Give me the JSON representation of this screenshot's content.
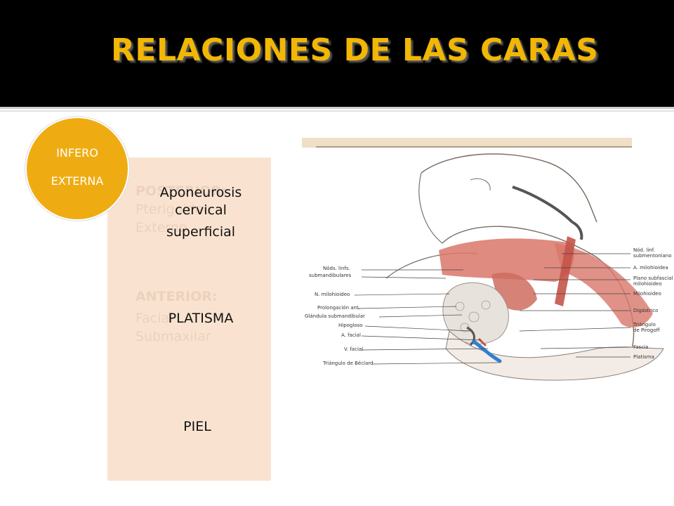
{
  "slide": {
    "title": "RELACIONES DE LAS CARAS",
    "badge": {
      "line1": "INFERO",
      "line2": "EXTERNA"
    },
    "panel": {
      "ghost": {
        "posterior_heading": "POSTERIOR:",
        "posterior_line1": "Pterigoideo",
        "posterior_line2": "Externo",
        "anterior_heading": "ANTERIOR:",
        "anterior_line1": "Facial",
        "anterior_line2": "Submaxilar"
      },
      "layer1": {
        "line1": "Aponeurosis",
        "line2": "cervical",
        "line3": "superficial"
      },
      "layer2": "PLATISMA",
      "layer3": "PIEL"
    }
  },
  "figure": {
    "left_labels": [
      "Nóds. linfs.",
      "submandibulares",
      "N. milohioideo",
      "Prolongación ant.",
      "Glándula submandibular",
      "Hipogloso",
      "A. facial",
      "V. facial",
      "Triángulo de Béclard"
    ],
    "right_labels": [
      "Nód. linf.",
      "submentoniano",
      "A. milohioidea",
      "Plano subfascial",
      "milohioideo",
      "Milohioideo",
      "Digástrico",
      "Triángulo",
      "de Pirogoff",
      "Fascia",
      "Platisma"
    ]
  },
  "colors": {
    "header_bg": "#000000",
    "title": "#f2b705",
    "badge": "#efac12",
    "panel": "#f9e3d0",
    "muscle": "#d9776a",
    "vessel": "#2f7fd0"
  }
}
